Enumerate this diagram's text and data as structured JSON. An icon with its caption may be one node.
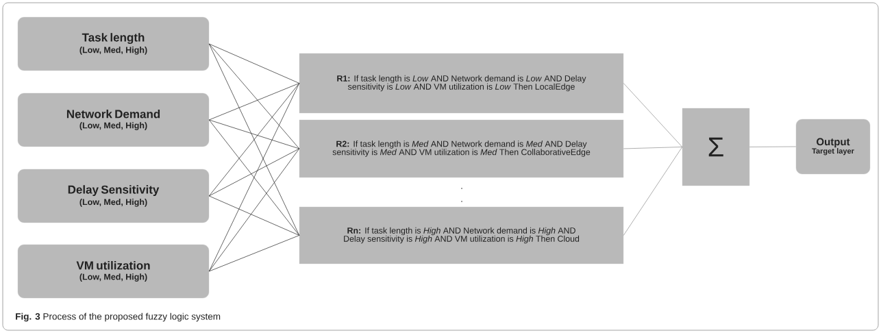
{
  "diagram": {
    "caption": "**Fig. 3** Process of the proposed fuzzy logic system",
    "nodes": [
      {
        "text": [
          "Task length",
          "(Low, Med, High)"
        ]
      },
      {
        "text": [
          "Network Demand",
          "(Low, Med, High)"
        ]
      },
      {
        "text": [
          "Delay Sensitivity",
          "(Low, Med, High)"
        ]
      },
      {
        "text": [
          "VM utilization",
          "(Low, Med, High)"
        ]
      },
      {
        "text": [
          "**R1:** If task length is *Low* AND Network demand is *Low* AND Delay sensitivity is *Low* AND VM utilization is *Low* Then LocalEdge"
        ]
      },
      {
        "text": [
          "**R2:** If task length is *Med* AND Network demand is *Med* AND Delay sensitivity is *Med* AND VM utilization is *Med* Then CollaborativeEdge"
        ]
      },
      {
        "text": [
          "**Rn:** If task length is *High* AND Network demand is *High* AND Delay sensitivity is *High* AND VM utilization is *High* Then Cloud"
        ]
      },
      {
        "text": [
          "Σ"
        ]
      },
      {
        "text": [
          "Output",
          "Target layer"
        ]
      }
    ],
    "edges": [
      {
        "from": 0,
        "to": 4,
        "arrow": "none"
      },
      {
        "from": 0,
        "to": 5,
        "arrow": "none"
      },
      {
        "from": 0,
        "to": 6,
        "arrow": "none"
      },
      {
        "from": 1,
        "to": 4,
        "arrow": "none"
      },
      {
        "from": 1,
        "to": 5,
        "arrow": "none"
      },
      {
        "from": 1,
        "to": 6,
        "arrow": "none"
      },
      {
        "from": 2,
        "to": 4,
        "arrow": "none"
      },
      {
        "from": 2,
        "to": 5,
        "arrow": "none"
      },
      {
        "from": 2,
        "to": 6,
        "arrow": "none"
      },
      {
        "from": 3,
        "to": 4,
        "arrow": "none"
      },
      {
        "from": 3,
        "to": 5,
        "arrow": "none"
      },
      {
        "from": 3,
        "to": 6,
        "arrow": "none"
      },
      {
        "from": 4,
        "to": 7,
        "arrow": "none",
        "color": "#8c8c8c"
      },
      {
        "from": 5,
        "to": 7,
        "arrow": "none",
        "color": "#8c8c8c"
      },
      {
        "from": 6,
        "to": 7,
        "arrow": "none",
        "color": "#8c8c8c"
      },
      {
        "from": 7,
        "to": 8,
        "arrow": "none",
        "color": "#8c8c8c"
      }
    ],
    "labels": [
      ".",
      "."
    ]
  }
}
